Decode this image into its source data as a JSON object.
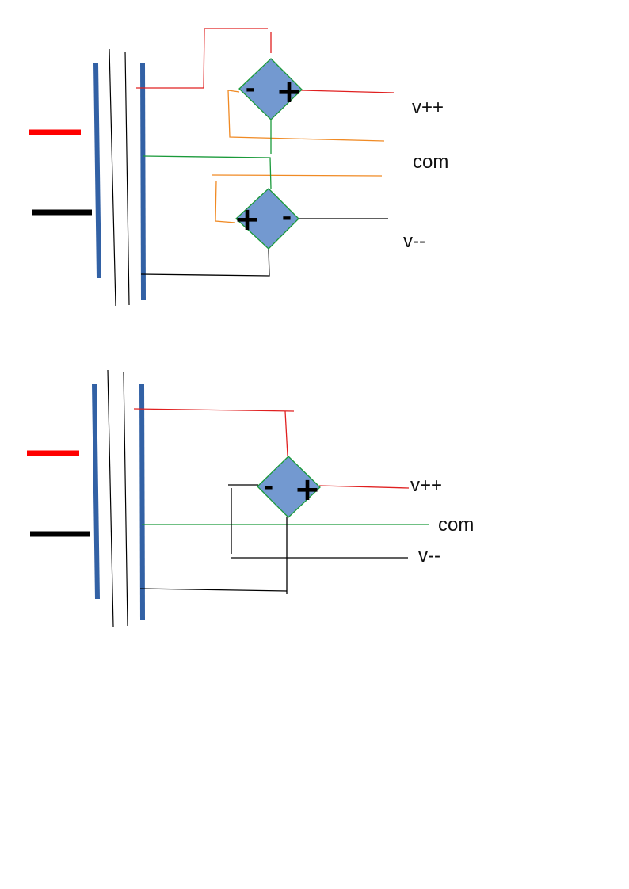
{
  "diagram1": {
    "labels": {
      "vpp": "v++",
      "com": "com",
      "vmm": "v--"
    },
    "diode_top": {
      "left_sign": "-",
      "right_sign": "+"
    },
    "diode_bottom": {
      "left_sign": "+",
      "right_sign": "-"
    }
  },
  "diagram2": {
    "labels": {
      "vpp": "v++",
      "com": "com",
      "vmm": "v--"
    },
    "diode": {
      "left_sign": "-",
      "right_sign": "+"
    }
  },
  "colors": {
    "diode_fill": "#7399d0",
    "transformer": "#3261a5",
    "red": "#ff0000",
    "black": "#000000",
    "green": "#1a9a3a",
    "orange": "#f08a24"
  }
}
